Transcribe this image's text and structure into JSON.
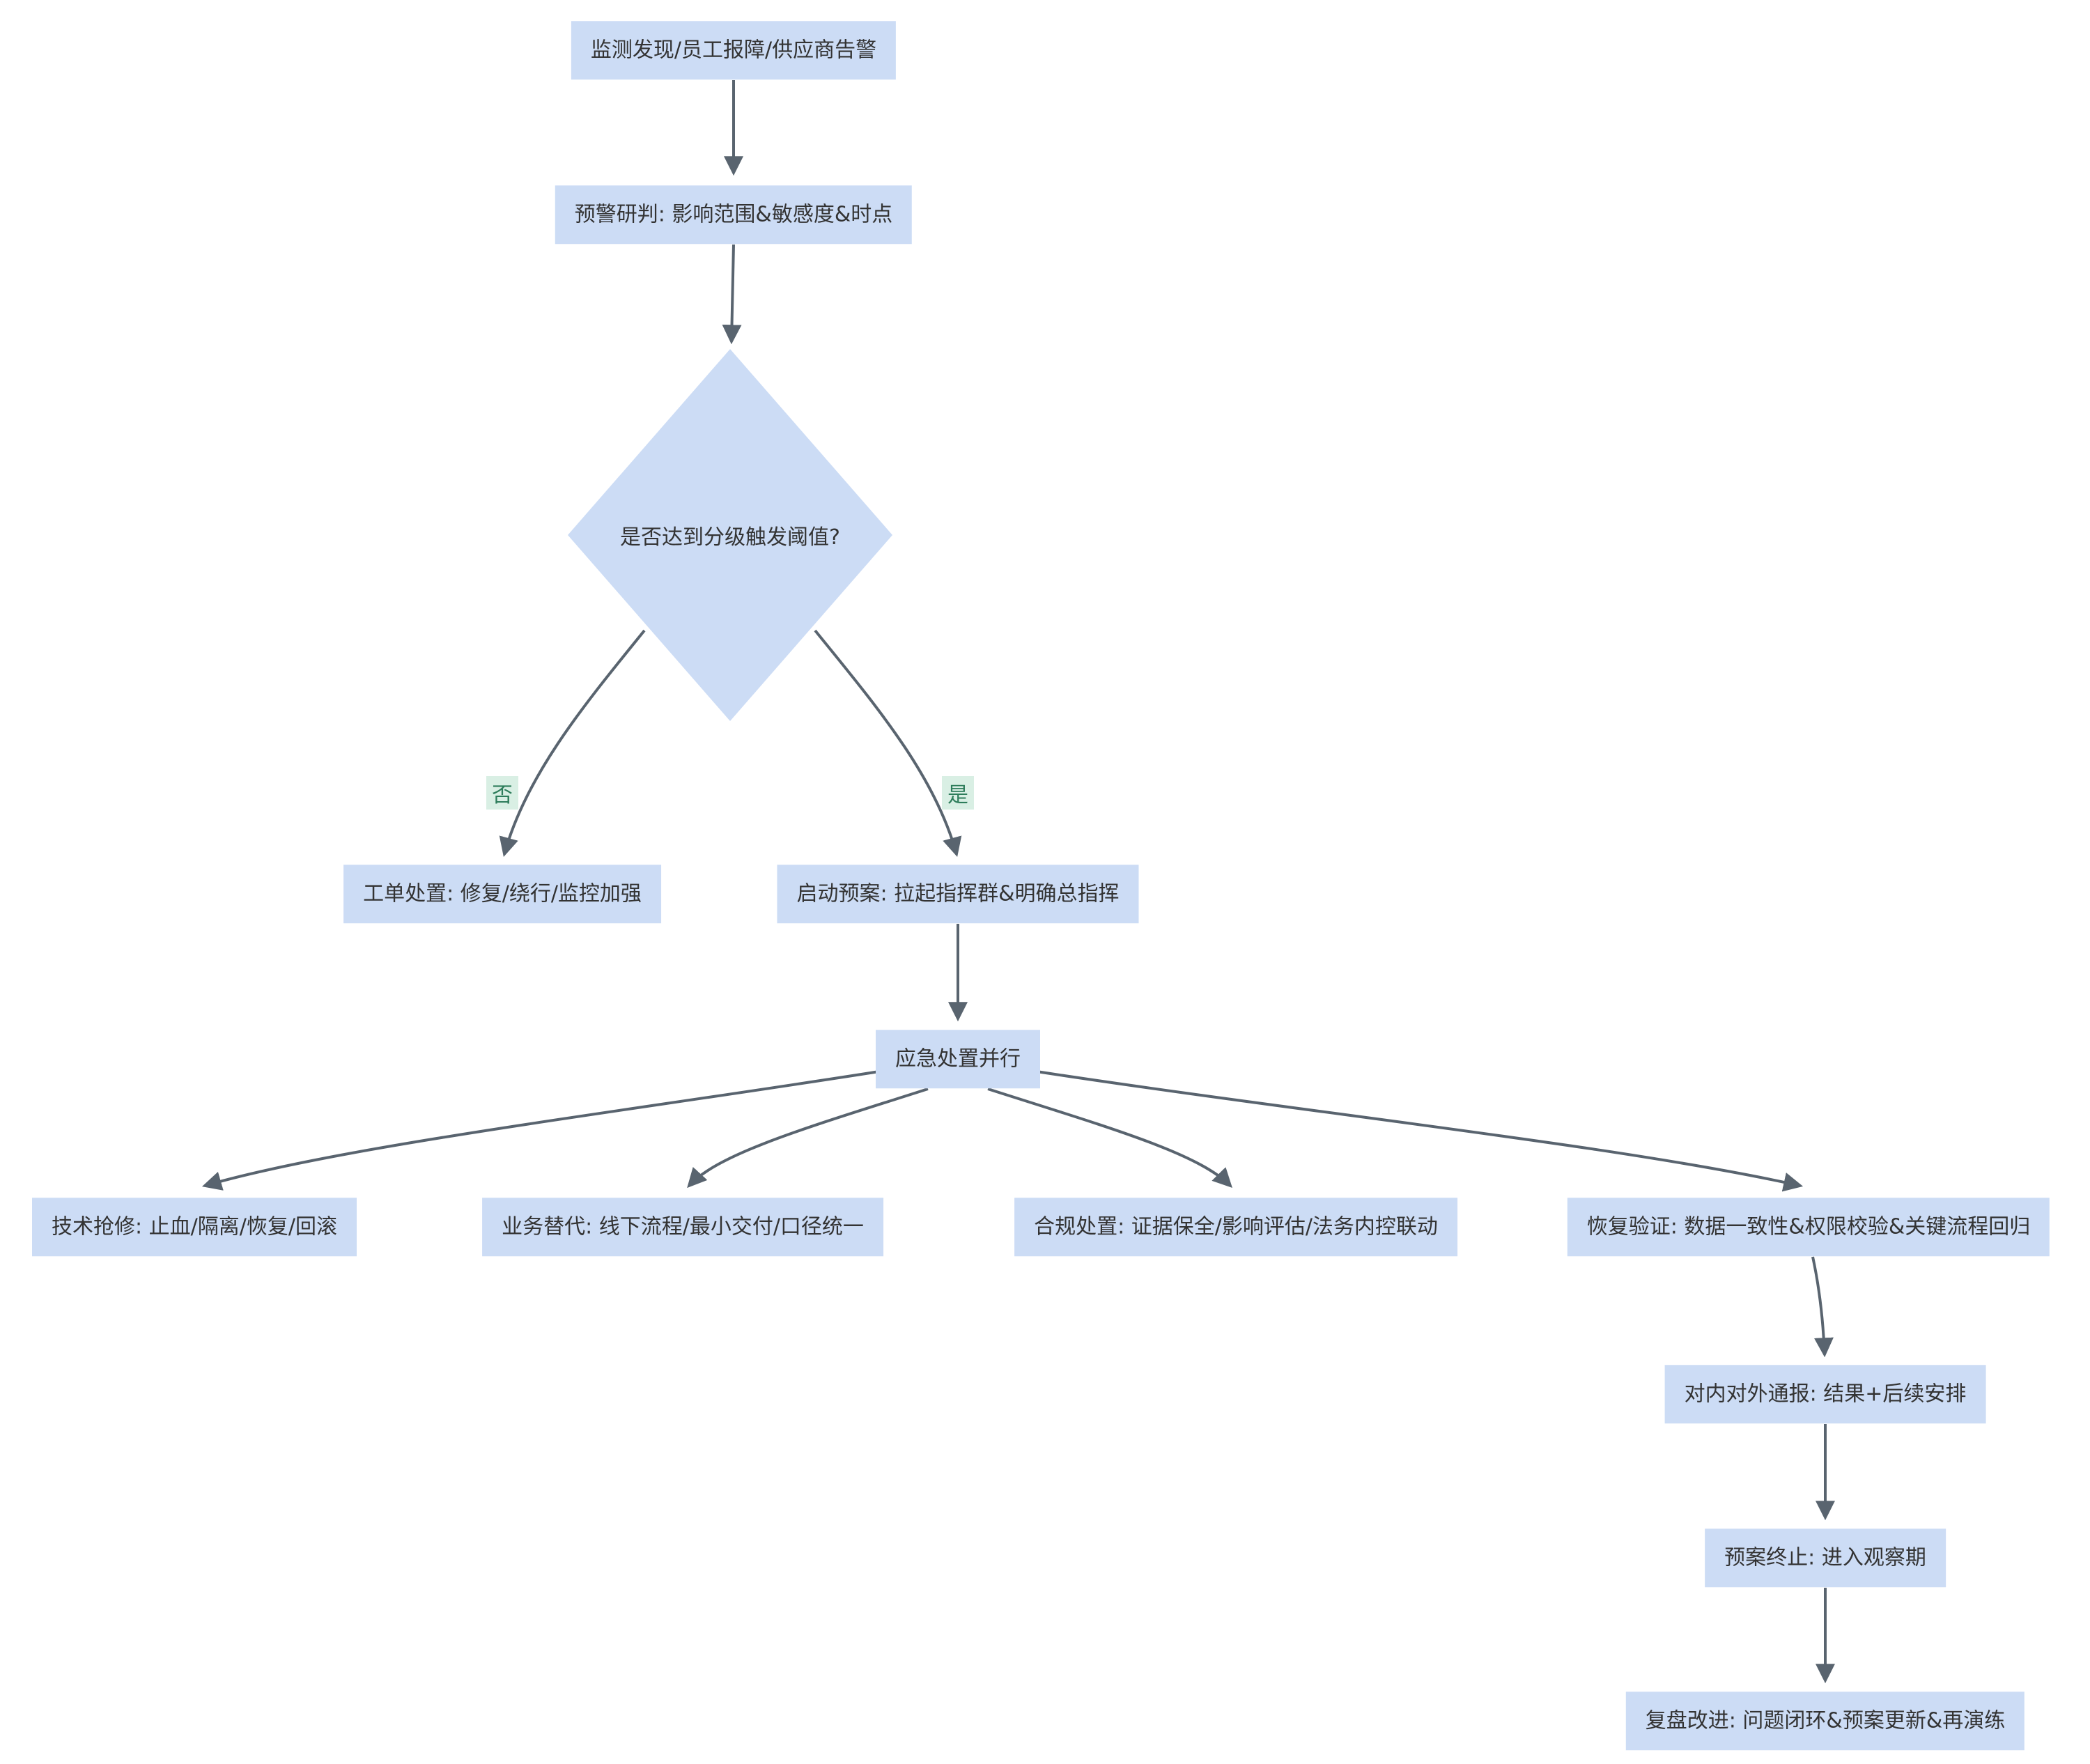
{
  "diagram": {
    "type": "flowchart",
    "nodes": {
      "detect": {
        "label": "监测发现/员工报障/供应商告警"
      },
      "judge": {
        "label": "预警研判: 影响范围&敏感度&时点"
      },
      "threshold": {
        "label": "是否达到分级触发阈值?"
      },
      "ticket": {
        "label": "工单处置: 修复/绕行/监控加强"
      },
      "launch": {
        "label": "启动预案: 拉起指挥群&明确总指挥"
      },
      "parallel": {
        "label": "应急处置并行"
      },
      "tech": {
        "label": "技术抢修: 止血/隔离/恢复/回滚"
      },
      "biz": {
        "label": "业务替代: 线下流程/最小交付/口径统一"
      },
      "compliance": {
        "label": "合规处置: 证据保全/影响评估/法务内控联动"
      },
      "verify": {
        "label": "恢复验证: 数据一致性&权限校验&关键流程回归"
      },
      "notify": {
        "label": "对内对外通报: 结果+后续安排"
      },
      "terminate": {
        "label": "预案终止: 进入观察期"
      },
      "review": {
        "label": "复盘改进: 问题闭环&预案更新&再演练"
      }
    },
    "edge_labels": {
      "no": "否",
      "yes": "是"
    },
    "edges": [
      {
        "from": "detect",
        "to": "judge"
      },
      {
        "from": "judge",
        "to": "threshold"
      },
      {
        "from": "threshold",
        "to": "ticket",
        "label": "否"
      },
      {
        "from": "threshold",
        "to": "launch",
        "label": "是"
      },
      {
        "from": "launch",
        "to": "parallel"
      },
      {
        "from": "parallel",
        "to": "tech"
      },
      {
        "from": "parallel",
        "to": "biz"
      },
      {
        "from": "parallel",
        "to": "compliance"
      },
      {
        "from": "parallel",
        "to": "verify"
      },
      {
        "from": "verify",
        "to": "notify"
      },
      {
        "from": "notify",
        "to": "terminate"
      },
      {
        "from": "terminate",
        "to": "review"
      }
    ],
    "colors": {
      "node_fill": "#ccdcf5",
      "node_text": "#333333",
      "edge": "#59646f",
      "label_bg": "#d9efe4",
      "label_text": "#2e7d5b",
      "background": "#ffffff"
    }
  }
}
